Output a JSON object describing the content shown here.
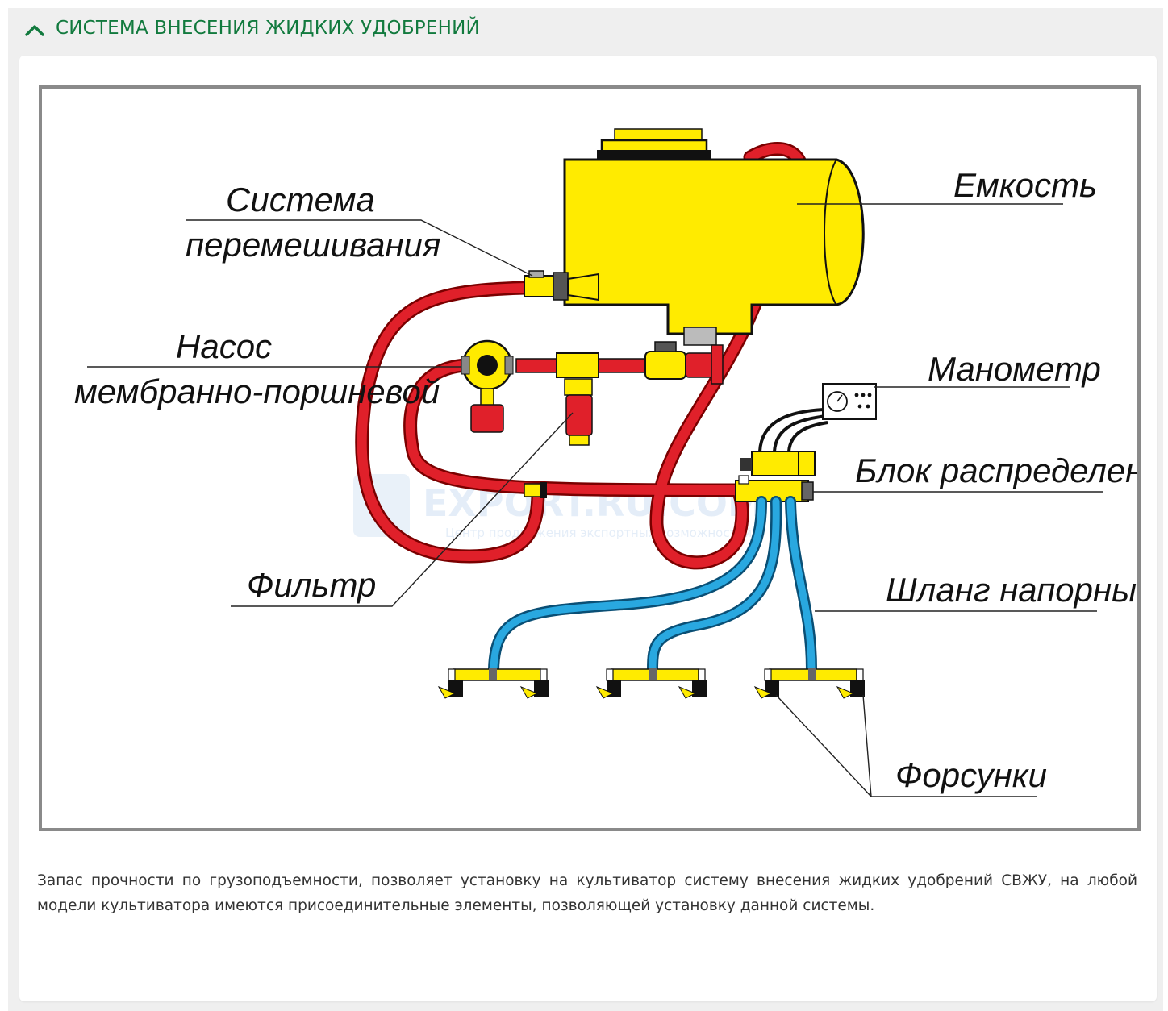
{
  "header": {
    "title": "СИСТЕМА ВНЕСЕНИЯ ЖИДКИХ УДОБРЕНИЙ",
    "icon": "chevron-up-icon",
    "accent": "#127a3e"
  },
  "diagram": {
    "labels": {
      "mixing_1": "Система",
      "mixing_2": "перемешивания",
      "tank": "Емкость",
      "pump_1": "Насос",
      "pump_2": "мембранно-поршневой",
      "gauge": "Манометр",
      "distributor": "Блок распределения",
      "filter": "Фильтр",
      "hose": "Шланг напорный",
      "nozzles": "Форсунки"
    },
    "watermark": {
      "text": "EXPORT.RU.COM",
      "sub": "Центр продвижения экспортных возможностей"
    },
    "colors": {
      "tank": "#ffeb00",
      "hose_red": "#e0202a",
      "hose_blue": "#29a8e0",
      "frame": "#8a8a8a"
    }
  },
  "description": "Запас прочности по грузоподъемности, позволяет установку на культиватор систему внесения жидких удобрений СВЖУ, на любой модели культиватора имеются присоединительные элементы, позволяющей установку данной системы."
}
